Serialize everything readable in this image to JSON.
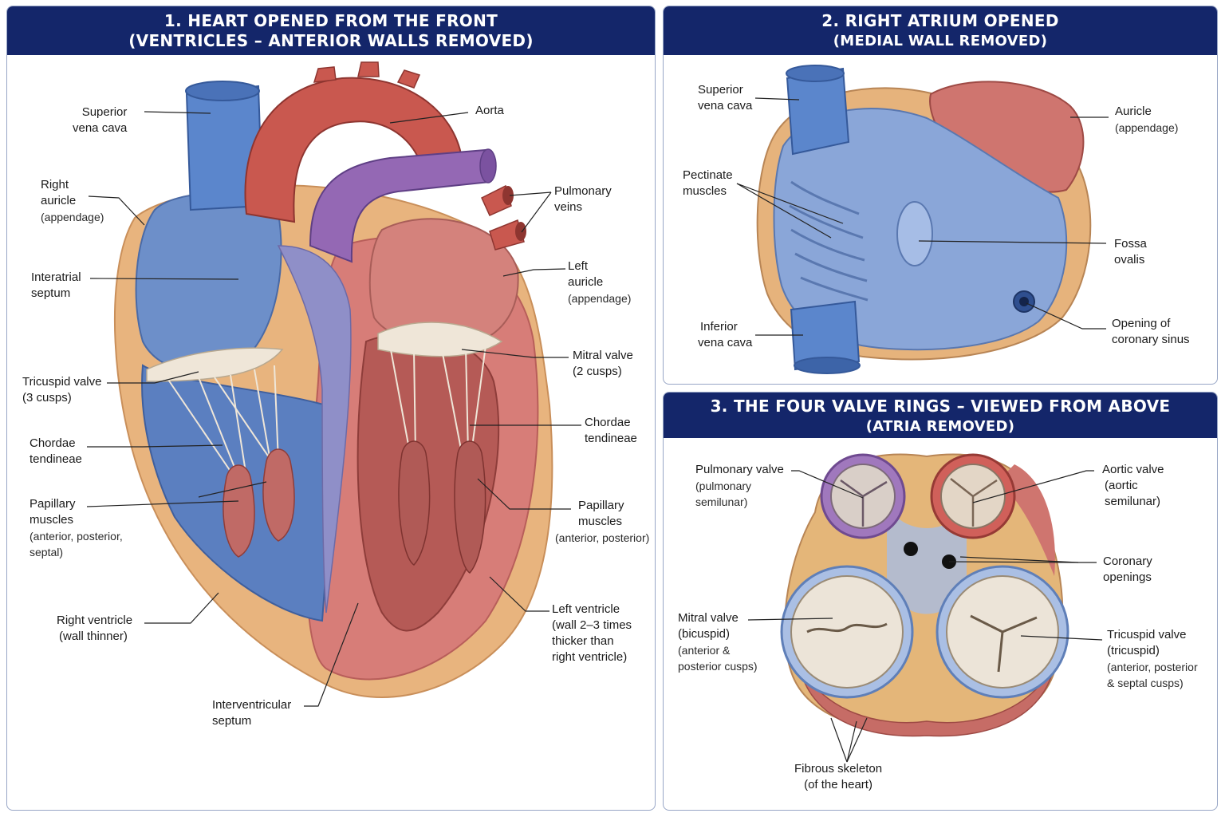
{
  "colors": {
    "banner": "#14266a",
    "panel_border": "#98a6c6",
    "blue_vessel": "#5d84c4",
    "red_muscle": "#c96a66",
    "purple_artery": "#9468b4",
    "valve_tissue": "#e6ddd0",
    "fat": "#e4b679"
  },
  "panel1": {
    "title_line1": "1. HEART OPENED FROM THE FRONT",
    "title_line2": "(VENTRICLES – ANTERIOR WALLS REMOVED)",
    "labels": {
      "svc_1": "Superior",
      "svc_2": "vena cava",
      "aorta": "Aorta",
      "right_auricle_1": "Right",
      "right_auricle_2": "auricle",
      "right_auricle_3": "(appendage)",
      "pulmonary_veins_1": "Pulmonary",
      "pulmonary_veins_2": "veins",
      "left_auricle_1": "Left",
      "left_auricle_2": "auricle",
      "left_auricle_3": "(appendage)",
      "interatrial_1": "Interatrial",
      "interatrial_2": "septum",
      "mitral_1": "Mitral valve",
      "mitral_2": "(2 cusps)",
      "tricuspid_1": "Tricuspid valve",
      "tricuspid_2": "(3 cusps)",
      "chordae_left_1": "Chordae",
      "chordae_left_2": "tendineae",
      "chordae_right_1": "Chordae",
      "chordae_right_2": "tendineae",
      "papillary_left_1": "Papillary",
      "papillary_left_2": "muscles",
      "papillary_left_3": "(anterior, posterior,",
      "papillary_left_4": "septal)",
      "papillary_right_1": "Papillary",
      "papillary_right_2": "muscles",
      "papillary_right_3": "(anterior, posterior)",
      "right_ventricle_1": "Right ventricle",
      "right_ventricle_2": "(wall thinner)",
      "left_ventricle_1": "Left ventricle",
      "left_ventricle_2": "(wall 2–3 times",
      "left_ventricle_3": "thicker than",
      "left_ventricle_4": "right ventricle)",
      "ivs_1": "Interventricular",
      "ivs_2": "septum"
    }
  },
  "panel2": {
    "title_line1": "2. RIGHT ATRIUM OPENED",
    "title_line2": "(MEDIAL WALL REMOVED)",
    "labels": {
      "svc_1": "Superior",
      "svc_2": "vena cava",
      "auricle_1": "Auricle",
      "auricle_2": "(appendage)",
      "pectinate_1": "Pectinate",
      "pectinate_2": "muscles",
      "fossa_1": "Fossa",
      "fossa_2": "ovalis",
      "ivc_1": "Inferior",
      "ivc_2": "vena cava",
      "coronary_sinus_1": "Opening of",
      "coronary_sinus_2": "coronary sinus"
    }
  },
  "panel3": {
    "title_line1": "3. THE FOUR VALVE RINGS – VIEWED FROM ABOVE",
    "title_line2": "(ATRIA REMOVED)",
    "labels": {
      "pulmonary_1": "Pulmonary valve",
      "pulmonary_2": "(pulmonary",
      "pulmonary_3": "semilunar)",
      "aortic_1": "Aortic valve",
      "aortic_2": "(aortic",
      "aortic_3": "semilunar)",
      "coronary_1": "Coronary",
      "coronary_2": "openings",
      "mitral_1": "Mitral valve",
      "mitral_2": "(bicuspid)",
      "mitral_3": "(anterior &",
      "mitral_4": "posterior cusps)",
      "tricuspid_1": "Tricuspid valve",
      "tricuspid_2": "(tricuspid)",
      "tricuspid_3": "(anterior, posterior",
      "tricuspid_4": "& septal cusps)",
      "fibrous_1": "Fibrous skeleton",
      "fibrous_2": "(of the heart)"
    }
  }
}
